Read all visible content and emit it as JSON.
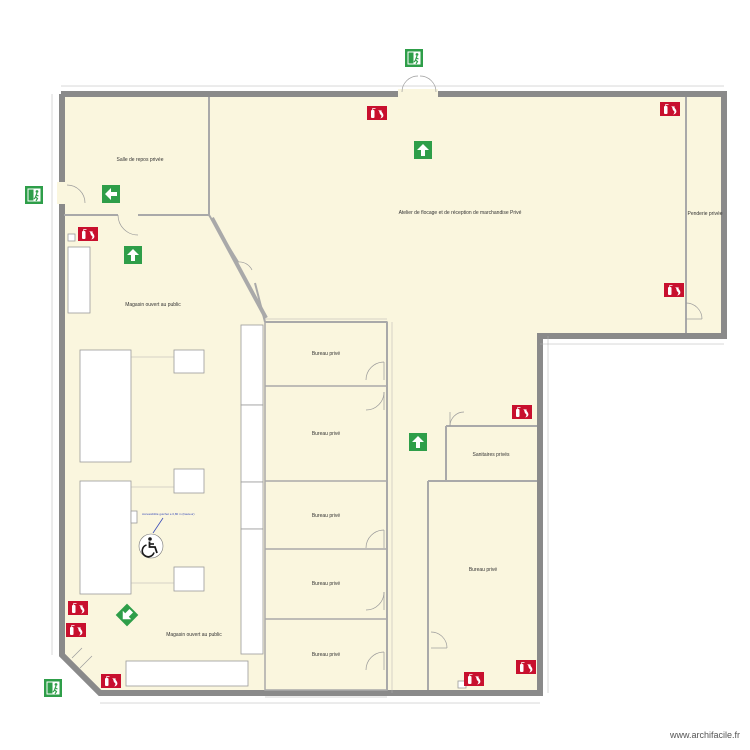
{
  "colors": {
    "floor": "#faf6de",
    "wall": "#8a8a8a",
    "exit_green": "#2e9e49",
    "fire_red": "#c8102e",
    "room_line": "#9a9a9a"
  },
  "rooms": {
    "salle_repos": "Salle de repos privée",
    "atelier": "Atelier de flocage et de réception de marchandise   Privé",
    "penderie": "Penderie privée",
    "magasin_1": "Magasin ouvert au public",
    "magasin_2": "Magasin ouvert au public",
    "bureau_1": "Bureau privé",
    "bureau_2": "Bureau privé",
    "bureau_3": "Bureau privé",
    "bureau_4": "Bureau privé",
    "bureau_5": "Bureau privé",
    "sanitaires": "Sanitaires privés",
    "bureau_right": "Bureau privé"
  },
  "annotations": {
    "accessibility_note": "Accessibilité guichet ≤ 0,80 m (hauteur)"
  },
  "icons": {
    "exit_door_sign": "emergency-exit-door-icon",
    "exit_arrow": "exit-arrow-icon",
    "extinguisher": "fire-extinguisher-icon",
    "fire_hose": "fire-hose-icon",
    "wheelchair": "wheelchair-accessibility-icon"
  },
  "watermark": "www.archifacile.fr"
}
